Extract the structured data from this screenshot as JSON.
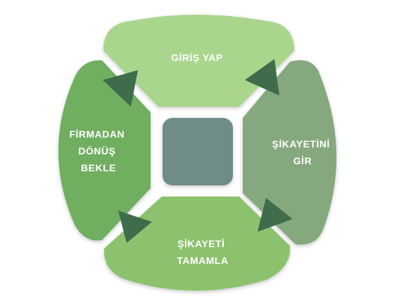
{
  "diagram": {
    "segments": {
      "top": {
        "lines": [
          "GİRİŞ YAP"
        ],
        "color": "#a9d58d"
      },
      "right": {
        "lines": [
          "ŞİKAYETİNİ",
          "GİR"
        ],
        "color": "#86a87f"
      },
      "bottom": {
        "lines": [
          "ŞİKAYETİ",
          "TAMAMLA"
        ],
        "color": "#8cc26e"
      },
      "left": {
        "lines": [
          "FİRMADAN",
          "DÖNÜŞ",
          "BEKLE"
        ],
        "color": "#70ae61"
      }
    },
    "center_color": "#6e8c88",
    "arrow_color": "#3f6c4a",
    "text_color": "#ffffff"
  }
}
